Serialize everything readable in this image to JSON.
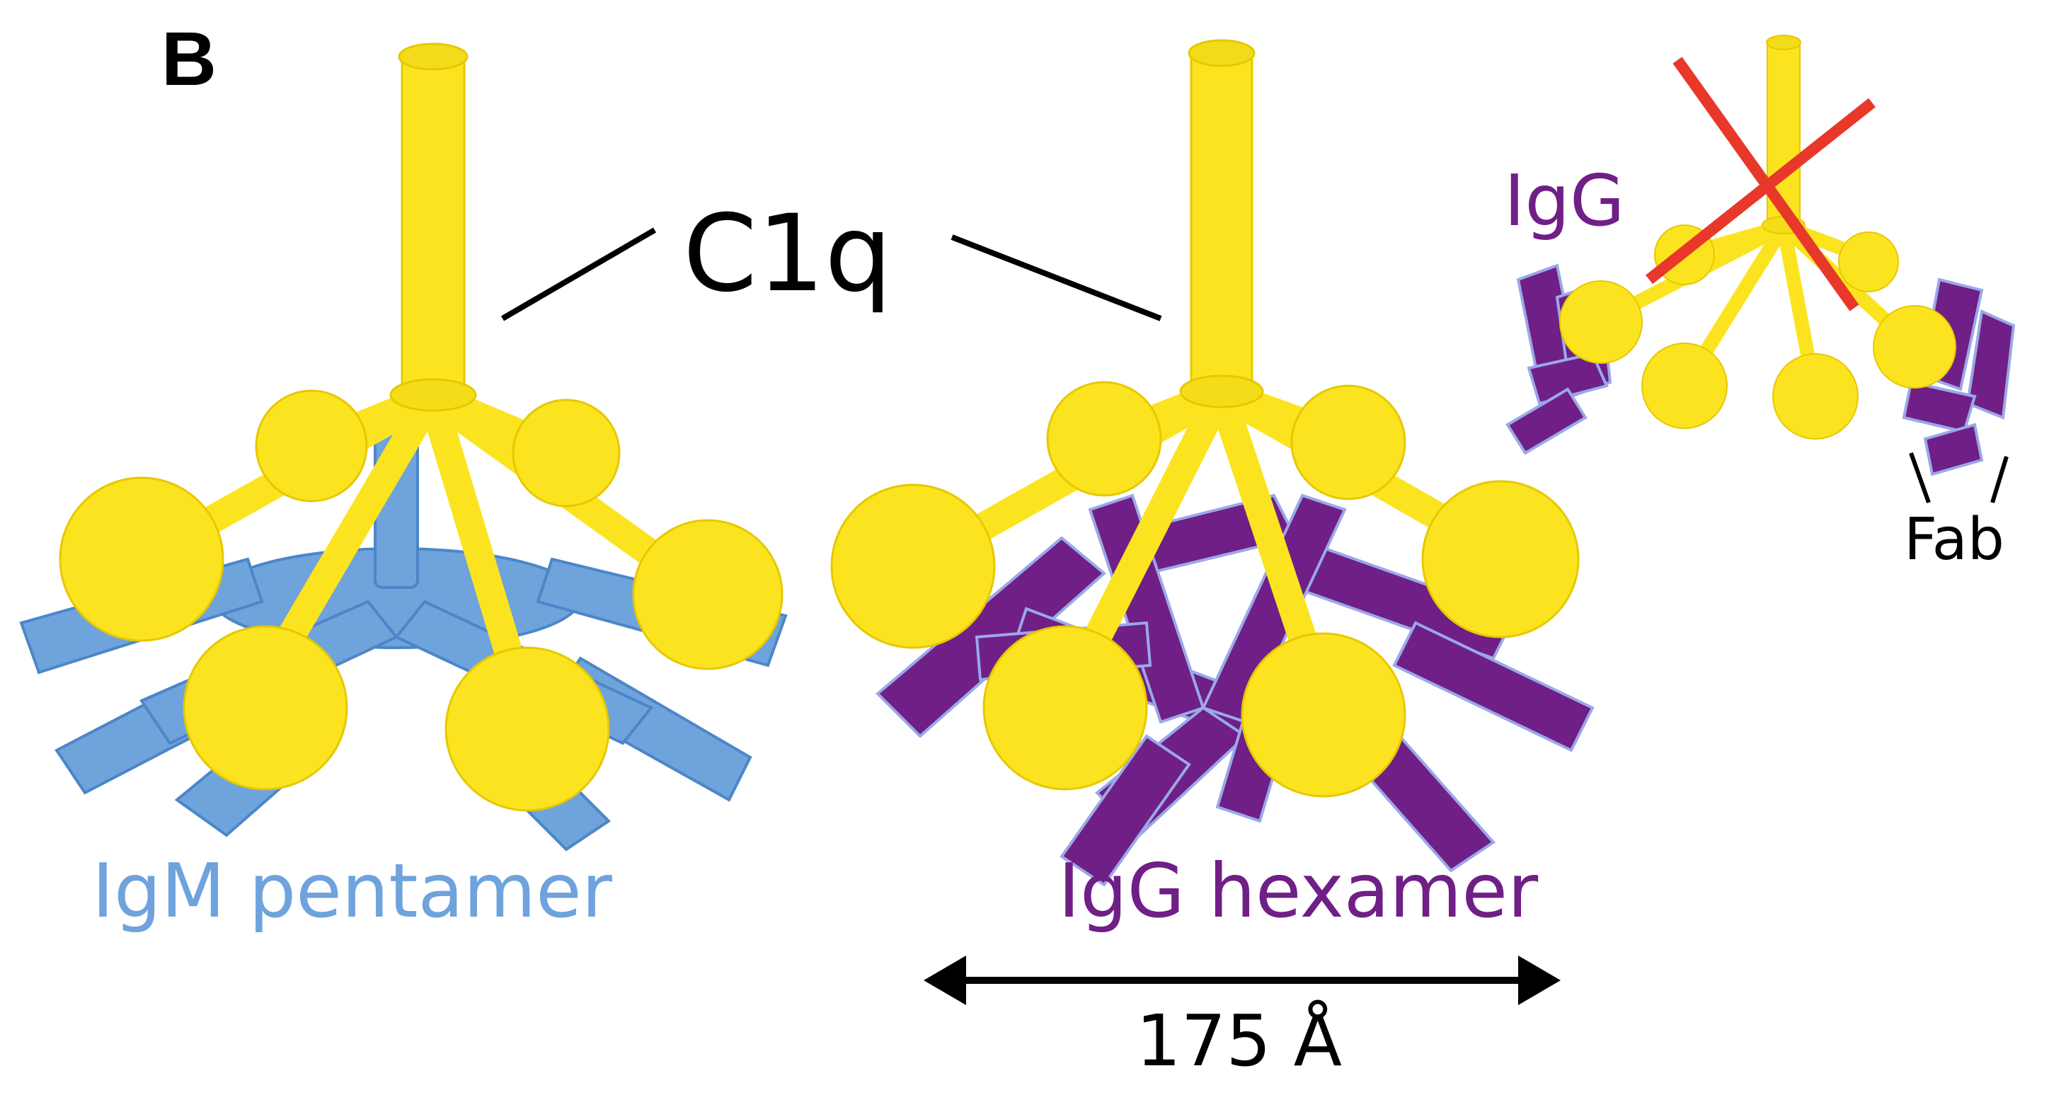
{
  "figure": {
    "panel_letter": "B",
    "c1q_label": "C1q",
    "igm_label": "IgM pentamer",
    "igg_hexamer_label": "IgG hexamer",
    "igg_label": "IgG",
    "fab_label": "Fab",
    "dimension_label": "175 Å"
  },
  "colors": {
    "c1q_yellow": "#fbe41f",
    "c1q_outline": "#e6c800",
    "igm_blue": "#6ea3dc",
    "igm_blue_dark": "#4c86c8",
    "igg_purple": "#6f1f86",
    "igg_purple_edge": "#9aa8e8",
    "cross_red": "#e8382a",
    "text_black": "#000000"
  }
}
